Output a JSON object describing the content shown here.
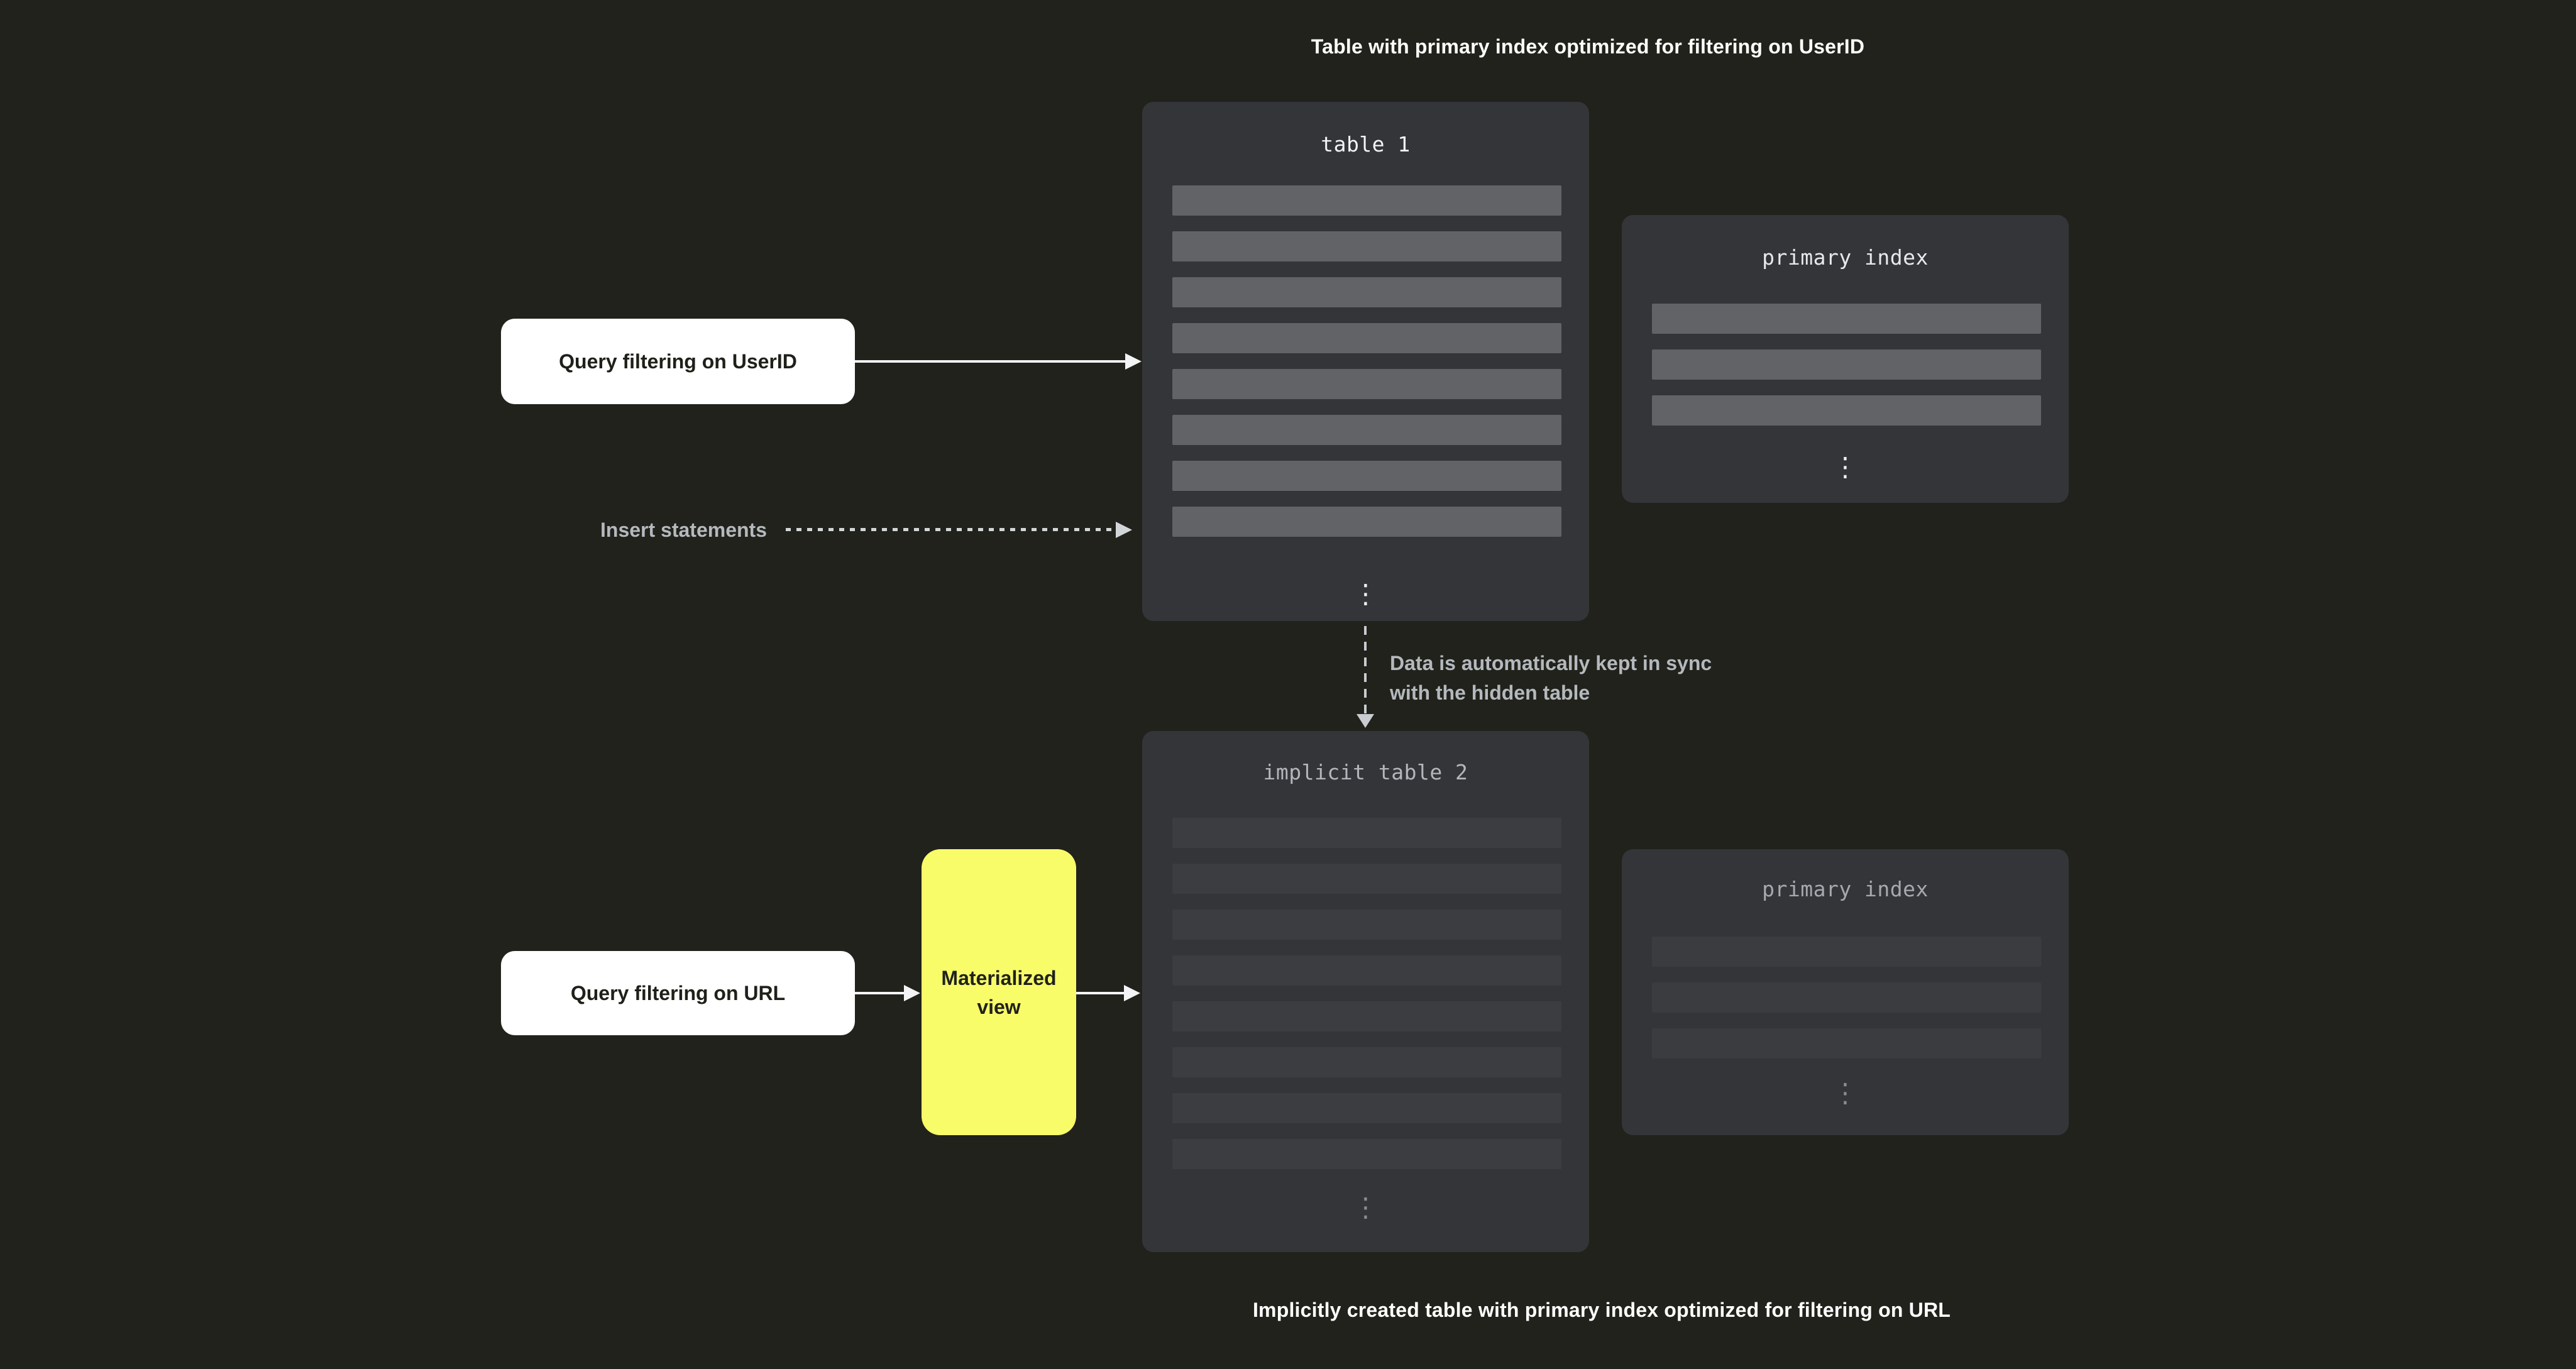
{
  "colors": {
    "background": "#20221b",
    "panel": "#343539",
    "bright_row": "#626366",
    "subtle_row": "#3c3d40",
    "accent_yellow": "#f9fc69",
    "arrow_white": "#f3f4f5",
    "arrow_muted": "#c9ccd0",
    "annotation_text": "#b5b8bd",
    "label_box_bg": "#ffffff",
    "label_box_text": "#1e2019"
  },
  "captions": {
    "top": "Table with primary index optimized for filtering on UserID",
    "bottom": "Implicitly created table with primary index optimized for filtering on URL"
  },
  "panels": {
    "table1": {
      "title": "table 1",
      "row_count": 8,
      "row_color": "#626366",
      "title_color": "#f2f3f4",
      "ellipsis": "⋮",
      "ellipsis_color": "#eef0f2"
    },
    "primary_index_top": {
      "title": "primary index",
      "row_count": 3,
      "row_color": "#626366",
      "title_color": "#e7e9eb",
      "ellipsis": "⋮",
      "ellipsis_color": "#eef0f2"
    },
    "implicit_table2": {
      "title": "implicit table 2",
      "row_count": 8,
      "row_color": "#3c3d40",
      "title_color": "#b3b6bb",
      "ellipsis": "⋮",
      "ellipsis_color": "#8a8c90"
    },
    "primary_index_bottom": {
      "title": "primary index",
      "row_count": 3,
      "row_color": "#3b3c3f",
      "title_color": "#a6a9ae",
      "ellipsis": "⋮",
      "ellipsis_color": "#8a8c90"
    }
  },
  "labels": {
    "query_userid": "Query filtering on UserID",
    "query_url": "Query filtering on URL",
    "materialized_view": "Materialized view",
    "insert_statements": "Insert statements",
    "sync_line1": "Data is automatically kept in sync",
    "sync_line2": "with the hidden table"
  }
}
